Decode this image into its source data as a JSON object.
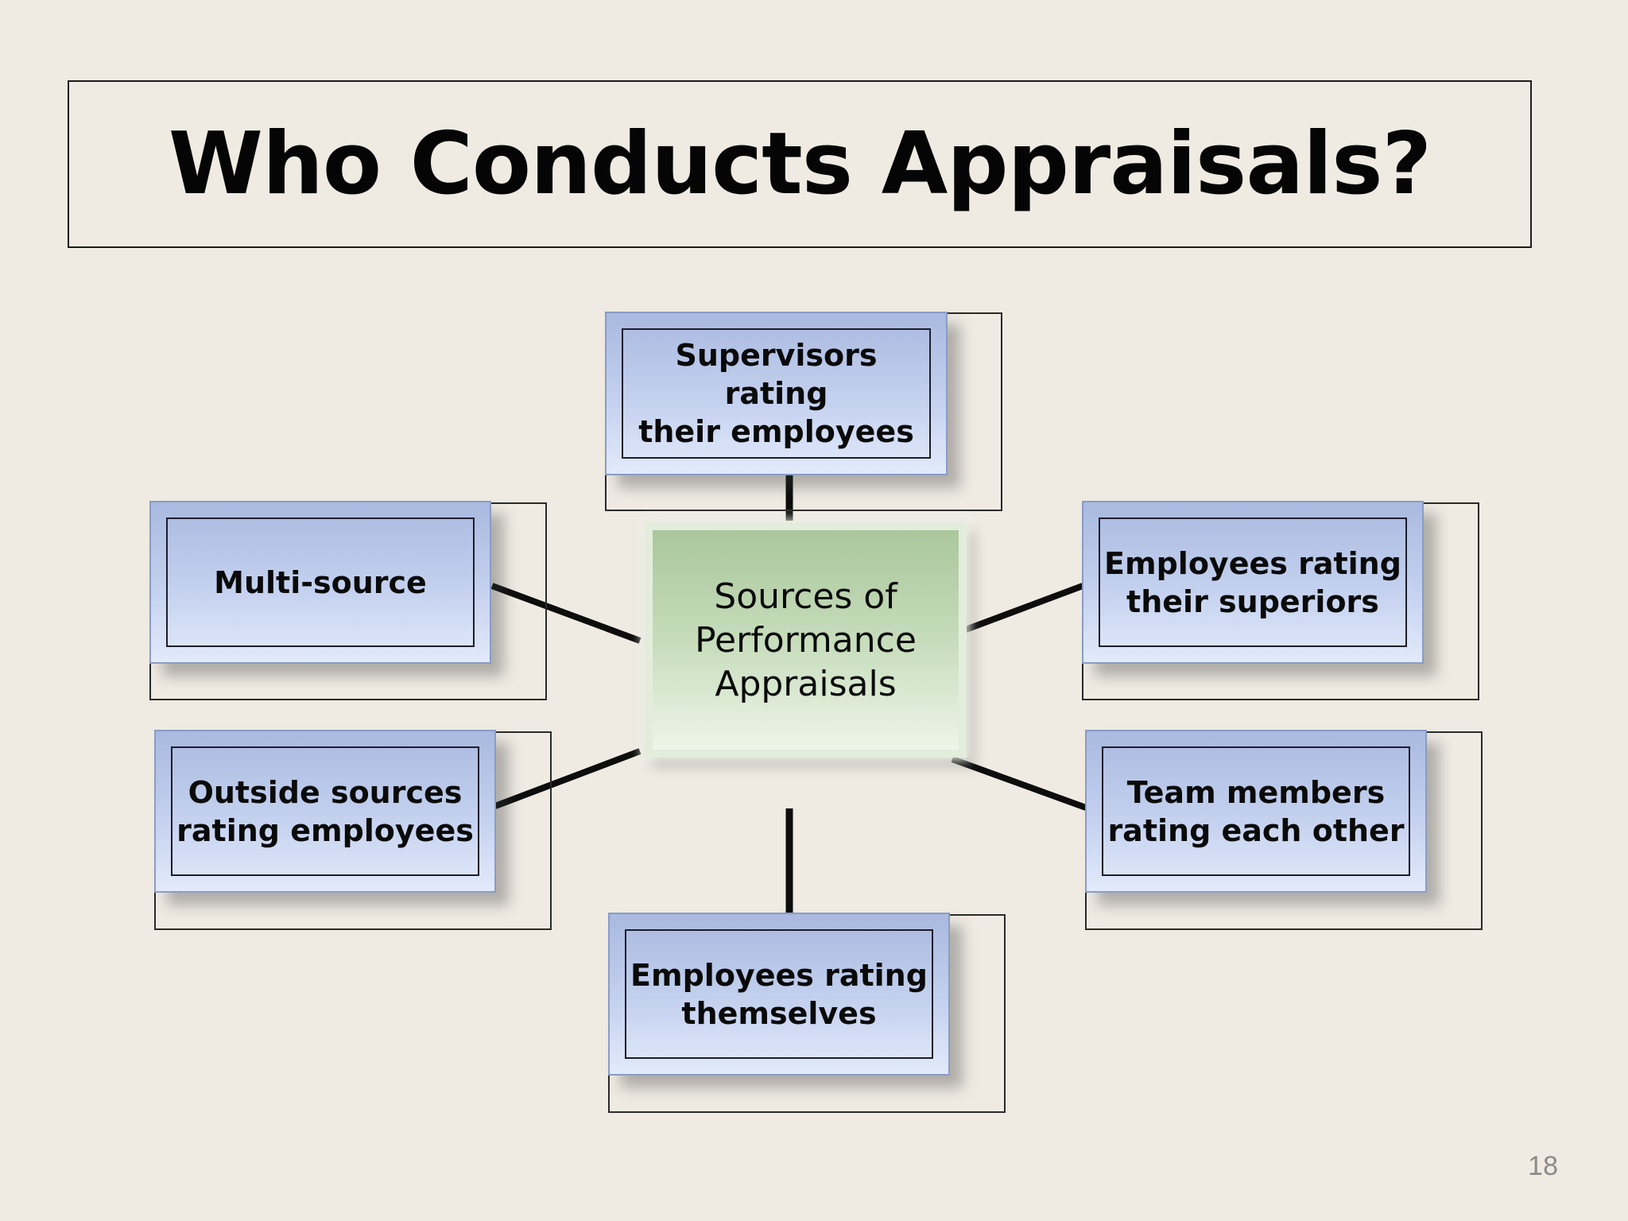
{
  "slide": {
    "title": "Who Conducts Appraisals?",
    "page_number": "18"
  },
  "diagram": {
    "center": {
      "label": "Sources of\nPerformance\nAppraisals"
    },
    "nodes": [
      {
        "id": "supervisors",
        "label": "Supervisors rating\ntheir employees"
      },
      {
        "id": "multi-source",
        "label": "Multi-source"
      },
      {
        "id": "employees-superiors",
        "label": "Employees rating\ntheir superiors"
      },
      {
        "id": "outside-sources",
        "label": "Outside sources\nrating employees"
      },
      {
        "id": "team-members",
        "label": "Team members\nrating each other"
      },
      {
        "id": "self",
        "label": "Employees rating\nthemselves"
      }
    ],
    "colors": {
      "node_fill": "#c4d1ef",
      "center_fill": "#c6dcbb",
      "background": "#efebe3"
    }
  }
}
